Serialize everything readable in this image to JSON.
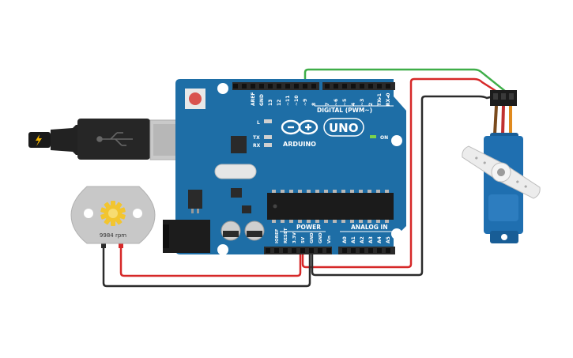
{
  "board": {
    "brand": "ARDUINO",
    "model": "UNO",
    "digital_header": "DIGITAL (PWM~)",
    "power_header": "POWER",
    "analog_header": "ANALOG IN",
    "on_label": "ON",
    "l_label": "L",
    "tx_label": "TX",
    "rx_label": "RX",
    "digital_pins": [
      "AREF",
      "GND",
      "13",
      "12",
      "~11",
      "~10",
      "~9",
      "8",
      "7",
      "~6",
      "~5",
      "4",
      "~3",
      "2",
      "TX▸1",
      "RX◂0"
    ],
    "power_pins": [
      "IOREF",
      "RESET",
      "3.3V",
      "5V",
      "GND",
      "GND",
      "Vin"
    ],
    "analog_pins": [
      "A0",
      "A1",
      "A2",
      "A3",
      "A4",
      "A5"
    ]
  },
  "motor": {
    "readout": "9984 rpm"
  },
  "colors": {
    "board": "#1e6ea6",
    "wire_red": "#d62828",
    "wire_black": "#2b2b2b",
    "wire_green": "#3fae49",
    "servo_body": "#1f6fb0",
    "gear": "#f2c530"
  },
  "icons": {
    "usb": "usb-symbol-icon",
    "lightning": "lightning-icon",
    "gear": "gear-icon"
  }
}
